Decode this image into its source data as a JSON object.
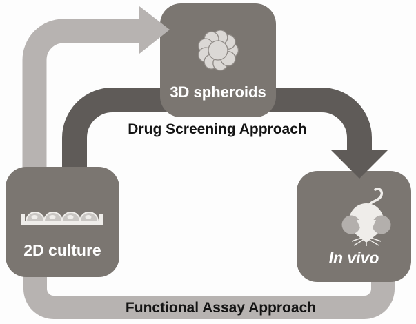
{
  "title": "2D culture / 3D spheroids / In vivo workflow diagram",
  "colors": {
    "background": "#fdfdfd",
    "box": "#7b7671",
    "box_label": "#ffffff",
    "approach_label": "#141414",
    "dark_arrow": "#5f5b58",
    "light_arrow": "#b7b3b1",
    "spheroid_fill": "#dbd8d5",
    "spheroid_stroke": "#8f8a86",
    "cell_fill": "#c9c6c3",
    "icon_white": "#efedea",
    "mouse_ear": "#b3afac"
  },
  "nodes": [
    {
      "id": "2d-culture",
      "label": "2D culture",
      "icon": "culture-dish-icon"
    },
    {
      "id": "3d-spheroids",
      "label": "3D spheroids",
      "icon": "spheroid-icon"
    },
    {
      "id": "in-vivo",
      "label": "In vivo",
      "icon": "mouse-icon"
    }
  ],
  "edges": [
    {
      "from": "2D culture",
      "to": "3D spheroids",
      "style": "light",
      "label": ""
    },
    {
      "from": "3D spheroids",
      "to": "In vivo",
      "style": "dark",
      "label": "Drug Screening Approach"
    },
    {
      "from": "2D culture",
      "to": "In vivo",
      "style": "light",
      "label": "Functional Assay Approach"
    }
  ]
}
